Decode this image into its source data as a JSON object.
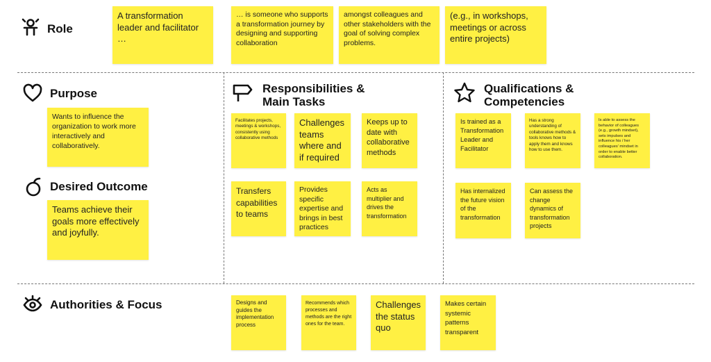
{
  "sections": {
    "role": {
      "title": "Role",
      "icon": "person-icon",
      "notes": [
        "A transformation leader and facilitator …",
        "… is someone who supports a transformation journey by designing and supporting collaboration",
        "amongst colleagues and other stakeholders with the goal of solving complex problems.",
        "(e.g., in workshops, meetings or across entire projects)"
      ]
    },
    "purpose": {
      "title": "Purpose",
      "icon": "heart-icon",
      "notes": [
        "Wants to influence the organization to work more interactively and collaboratively."
      ]
    },
    "desired_outcome": {
      "title": "Desired Outcome",
      "icon": "apple-icon",
      "notes": [
        "Teams achieve their goals more effectively and joyfully."
      ]
    },
    "responsibilities": {
      "title": "Responsibilities &\nMain Tasks",
      "icon": "signpost-icon",
      "notes": [
        "Facilitates projects, meetings & workshops, consistently using collaborative methods",
        "Challenges teams where and if required",
        "Keeps up to date with collaborative methods",
        "Transfers capabilities to  teams",
        "Provides specific expertise and brings in best practices",
        "Acts as multiplier and drives the transformation"
      ]
    },
    "qualifications": {
      "title": "Qualifications &\nCompetencies",
      "icon": "star-icon",
      "notes": [
        "Is trained as a Transformation\n Leader and Facilitator",
        "Has a strong understanding of collaborative methods & tools knows how to apply them and knows how to use them.",
        "Is able to assess the behavior of colleagues (e.g., growth mindset), sets impulses and influence his / her colleagues' mindset in order to enable better collaboration.",
        "Has internalized the future vision of the transformation",
        "Can assess the change dynamics of transformation projects"
      ]
    },
    "authorities": {
      "title": "Authorities & Focus",
      "icon": "eye-icon",
      "notes": [
        "Designs and guides the implementation process",
        "Recommends which processes and methods are the right ones for the team.",
        "Challenges the status quo",
        "Makes certain systemic patterns transparent"
      ]
    }
  },
  "colors": {
    "sticky": "#fff043",
    "divider": "#777777"
  }
}
